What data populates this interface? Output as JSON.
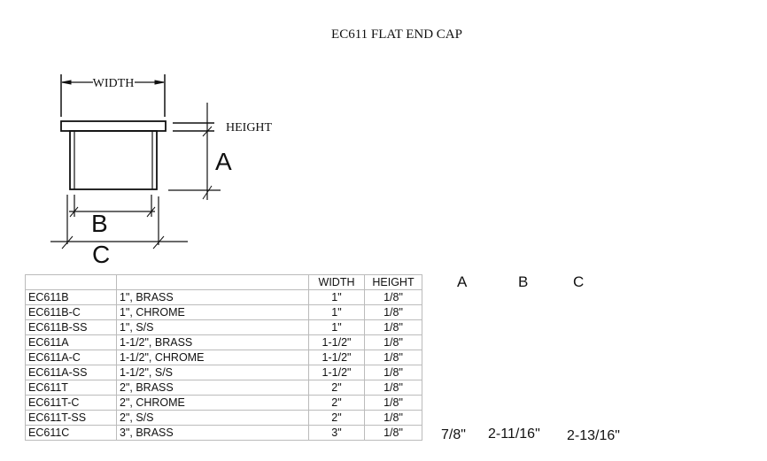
{
  "title": "EC611 FLAT END CAP",
  "diagram": {
    "width_label": "WIDTH",
    "height_label": "HEIGHT",
    "a_label": "A",
    "b_label": "B",
    "c_label": "C"
  },
  "table": {
    "headers": [
      "",
      "",
      "WIDTH",
      "HEIGHT"
    ],
    "rows": [
      [
        "EC611B",
        "1\", BRASS",
        "1\"",
        "1/8\""
      ],
      [
        "EC611B-C",
        "1\", CHROME",
        "1\"",
        "1/8\""
      ],
      [
        "EC611B-SS",
        "1\", S/S",
        "1\"",
        "1/8\""
      ],
      [
        "EC611A",
        "1-1/2\", BRASS",
        "1-1/2\"",
        "1/8\""
      ],
      [
        "EC611A-C",
        "1-1/2\", CHROME",
        "1-1/2\"",
        "1/8\""
      ],
      [
        "EC611A-SS",
        "1-1/2\", S/S",
        "1-1/2\"",
        "1/8\""
      ],
      [
        "EC611T",
        "2\", BRASS",
        "2\"",
        "1/8\""
      ],
      [
        "EC611T-C",
        "2\", CHROME",
        "2\"",
        "1/8\""
      ],
      [
        "EC611T-SS",
        "2\", S/S",
        "2\"",
        "1/8\""
      ],
      [
        "EC611C",
        "3\", BRASS",
        "3\"",
        "1/8\""
      ]
    ]
  },
  "dims": {
    "headers": [
      "A",
      "B",
      "C"
    ],
    "values": [
      "7/8\"",
      "2-11/16\"",
      "2-13/16\""
    ]
  }
}
